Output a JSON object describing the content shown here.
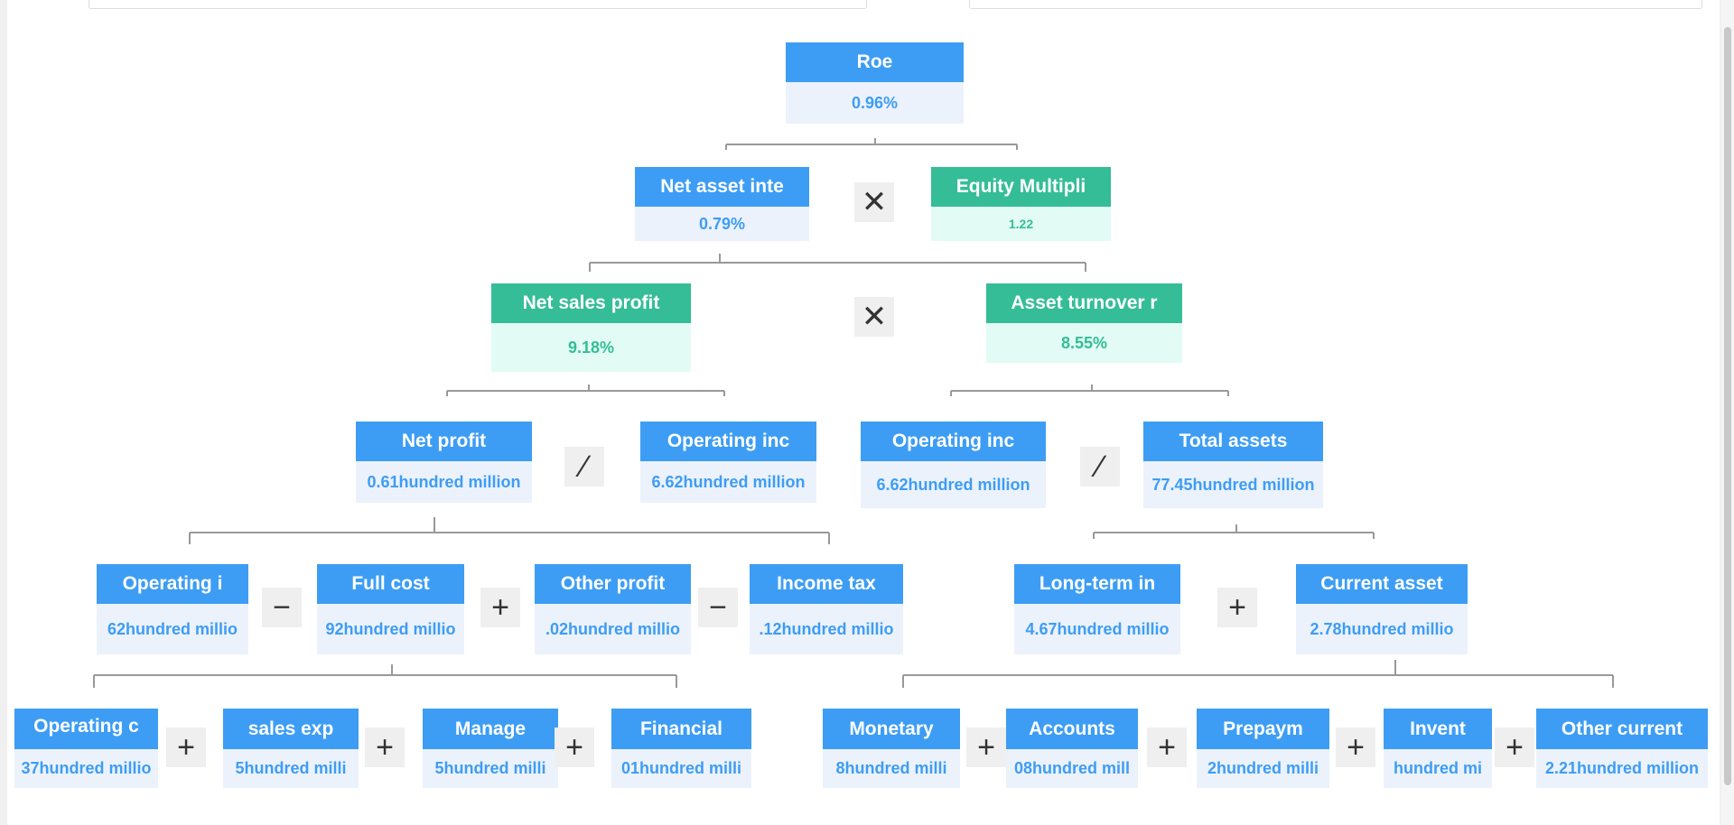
{
  "colors": {
    "blue": "#3d9df4",
    "blue_light": "#ecf2fc",
    "green": "#35bd97",
    "green_light": "#e2fcf5",
    "connector": "#999999",
    "operator_bg": "#efefef"
  },
  "tree": {
    "roe": {
      "title": "Roe",
      "value": "0.96%"
    },
    "net_asset_interest": {
      "title": "Net asset inte",
      "value": "0.79%"
    },
    "equity_multiplier": {
      "title": "Equity Multipli",
      "value": "1.22"
    },
    "net_sales_profit": {
      "title": "Net sales profit",
      "value": "9.18%"
    },
    "asset_turnover": {
      "title": "Asset turnover r",
      "value": "8.55%"
    },
    "net_profit": {
      "title": "Net profit",
      "value": "0.61hundred million"
    },
    "operating_income_a": {
      "title": "Operating inc",
      "value": "6.62hundred million"
    },
    "operating_income_b": {
      "title": "Operating inc",
      "value": "6.62hundred million"
    },
    "total_assets": {
      "title": "Total assets",
      "value": "77.45hundred million"
    },
    "operating_income_c": {
      "title": "Operating i",
      "value": "62hundred millio"
    },
    "full_cost": {
      "title": "Full cost",
      "value": "92hundred millio"
    },
    "other_profit": {
      "title": "Other profit",
      "value": ".02hundred millio"
    },
    "income_tax": {
      "title": "Income tax",
      "value": ".12hundred millio"
    },
    "long_term_investment": {
      "title": "Long-term in",
      "value": "4.67hundred millio"
    },
    "current_assets": {
      "title": "Current asset",
      "value": "2.78hundred millio"
    },
    "operating_cost": {
      "title": "Operating c",
      "value": "37hundred millio"
    },
    "sales_expense": {
      "title": "sales exp",
      "value": "5hundred milli"
    },
    "management_expense": {
      "title": "Manage",
      "value": "5hundred milli"
    },
    "financial_expense": {
      "title": "Financial",
      "value": "01hundred milli"
    },
    "monetary_funds": {
      "title": "Monetary",
      "value": "8hundred milli"
    },
    "accounts_receivable": {
      "title": "Accounts",
      "value": "08hundred mill"
    },
    "prepayments": {
      "title": "Prepaym",
      "value": "2hundred milli"
    },
    "inventory": {
      "title": "Invent",
      "value": "hundred mi"
    },
    "other_current_assets": {
      "title": "Other current",
      "value": "2.21hundred million"
    }
  },
  "operators": {
    "multiply": "✕",
    "divide": "∕",
    "minus": "−",
    "plus": "+"
  }
}
